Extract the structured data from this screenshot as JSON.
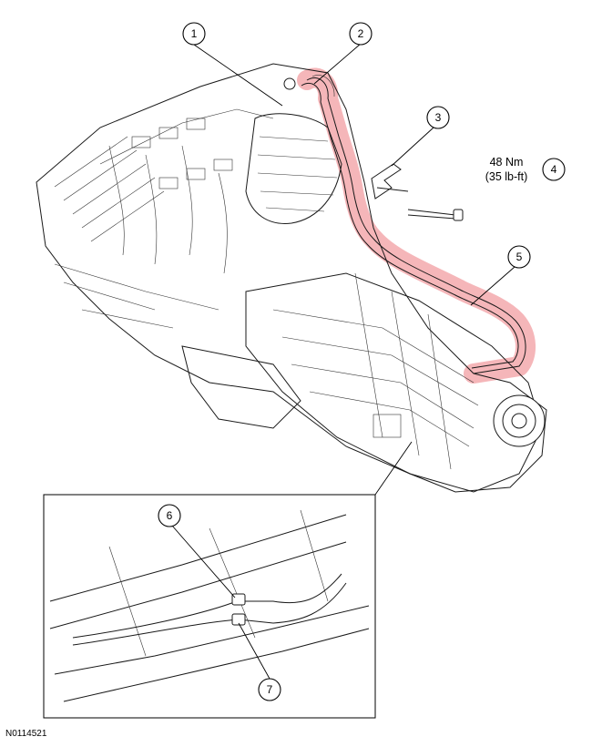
{
  "figure": {
    "id": "N0114521",
    "torque_spec": {
      "nm": "48 Nm",
      "lbft": "(35 lb-ft)"
    },
    "callouts": [
      {
        "num": "1"
      },
      {
        "num": "2"
      },
      {
        "num": "3"
      },
      {
        "num": "4"
      },
      {
        "num": "5"
      },
      {
        "num": "6"
      },
      {
        "num": "7"
      }
    ],
    "colors": {
      "highlight": "#f3a9ad",
      "line": "#1a1a1a",
      "background": "#ffffff"
    }
  }
}
